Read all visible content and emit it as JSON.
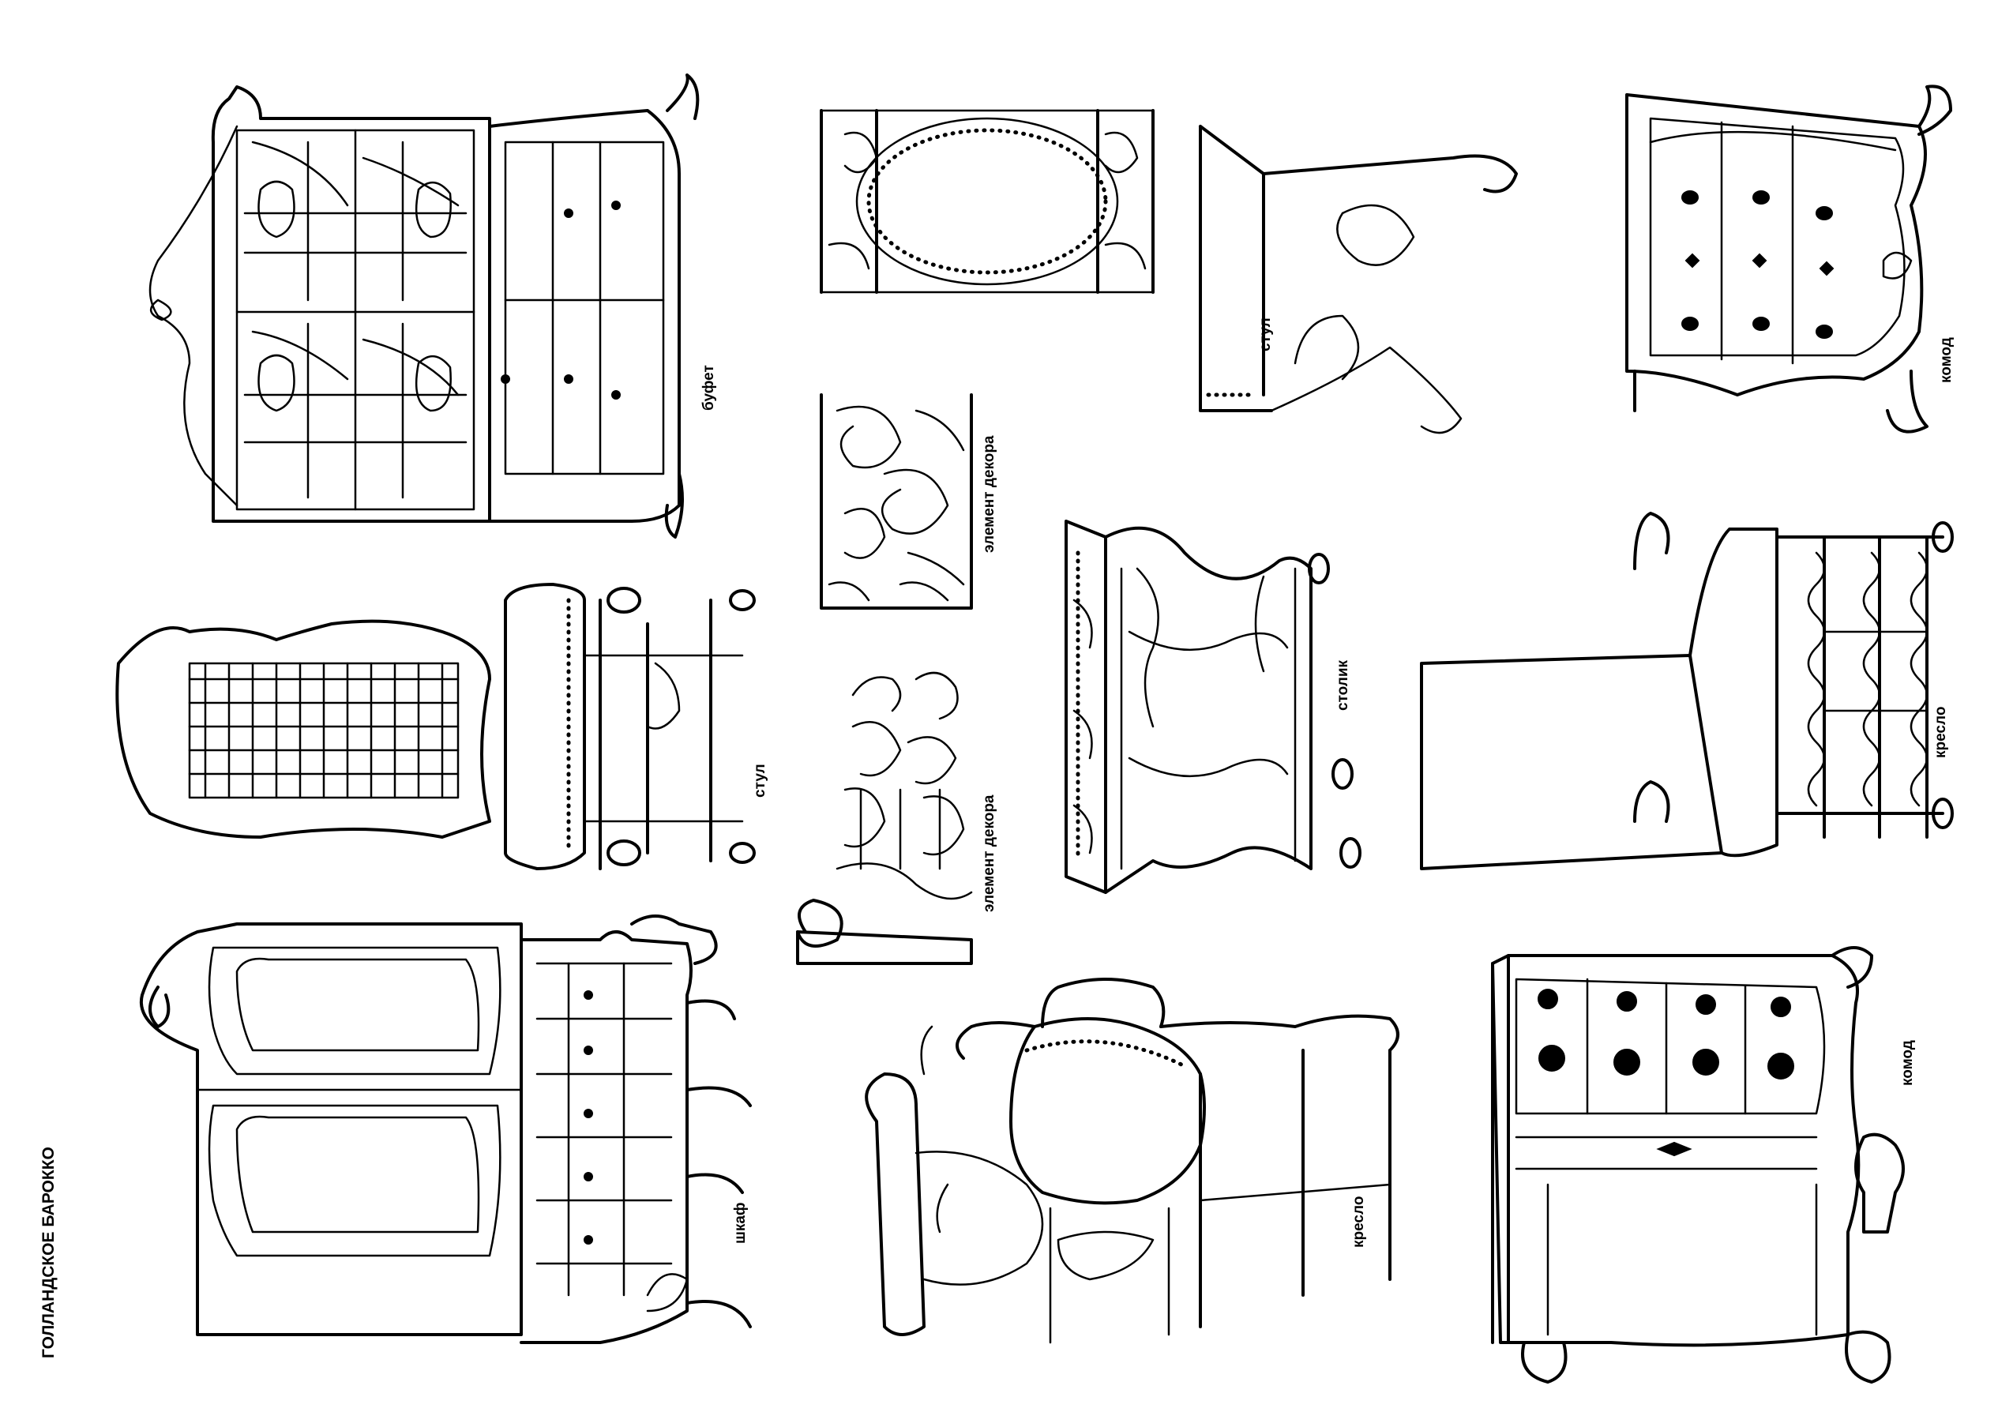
{
  "page_title": "ГОЛЛАНДСКОЕ БАРОККО",
  "labels": {
    "bufet": "буфет",
    "stul_top": "стул",
    "komod_top": "комод",
    "element_dekora_1": "элемент декора",
    "stul_mid": "стул",
    "stolik": "столик",
    "kreslo_right": "кресло",
    "element_dekora_2": "элемент декора",
    "shkaf": "шкаф",
    "kreslo_bottom": "кресло",
    "komod_bottom": "комод"
  }
}
